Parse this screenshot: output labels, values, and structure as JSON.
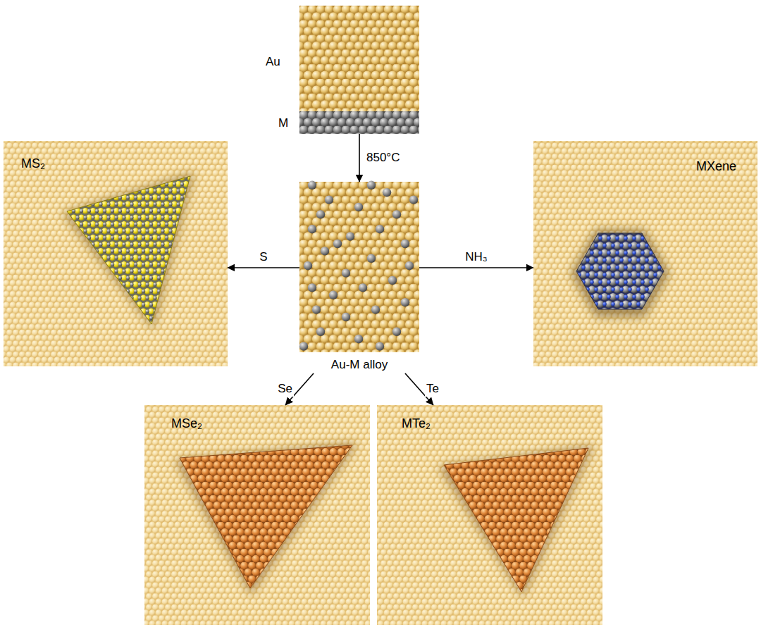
{
  "diagram": {
    "nodes": [
      {
        "text": [
          "Au",
          "M"
        ]
      },
      {
        "text": [
          "Au-M alloy"
        ]
      },
      {
        "text": [
          "MS₂"
        ]
      },
      {
        "text": [
          "MXene"
        ]
      },
      {
        "text": [
          "MSe₂"
        ]
      },
      {
        "text": [
          "MTe₂"
        ]
      }
    ],
    "edges": [
      {
        "from": 0,
        "to": 1,
        "arrow": "to",
        "label": "850°C"
      },
      {
        "from": 1,
        "to": 2,
        "arrow": "to",
        "label": "S"
      },
      {
        "from": 1,
        "to": 3,
        "arrow": "to",
        "label": "NH₃"
      },
      {
        "from": 1,
        "to": 4,
        "arrow": "to",
        "label": "Se"
      },
      {
        "from": 1,
        "to": 5,
        "arrow": "to",
        "label": "Te"
      }
    ]
  }
}
